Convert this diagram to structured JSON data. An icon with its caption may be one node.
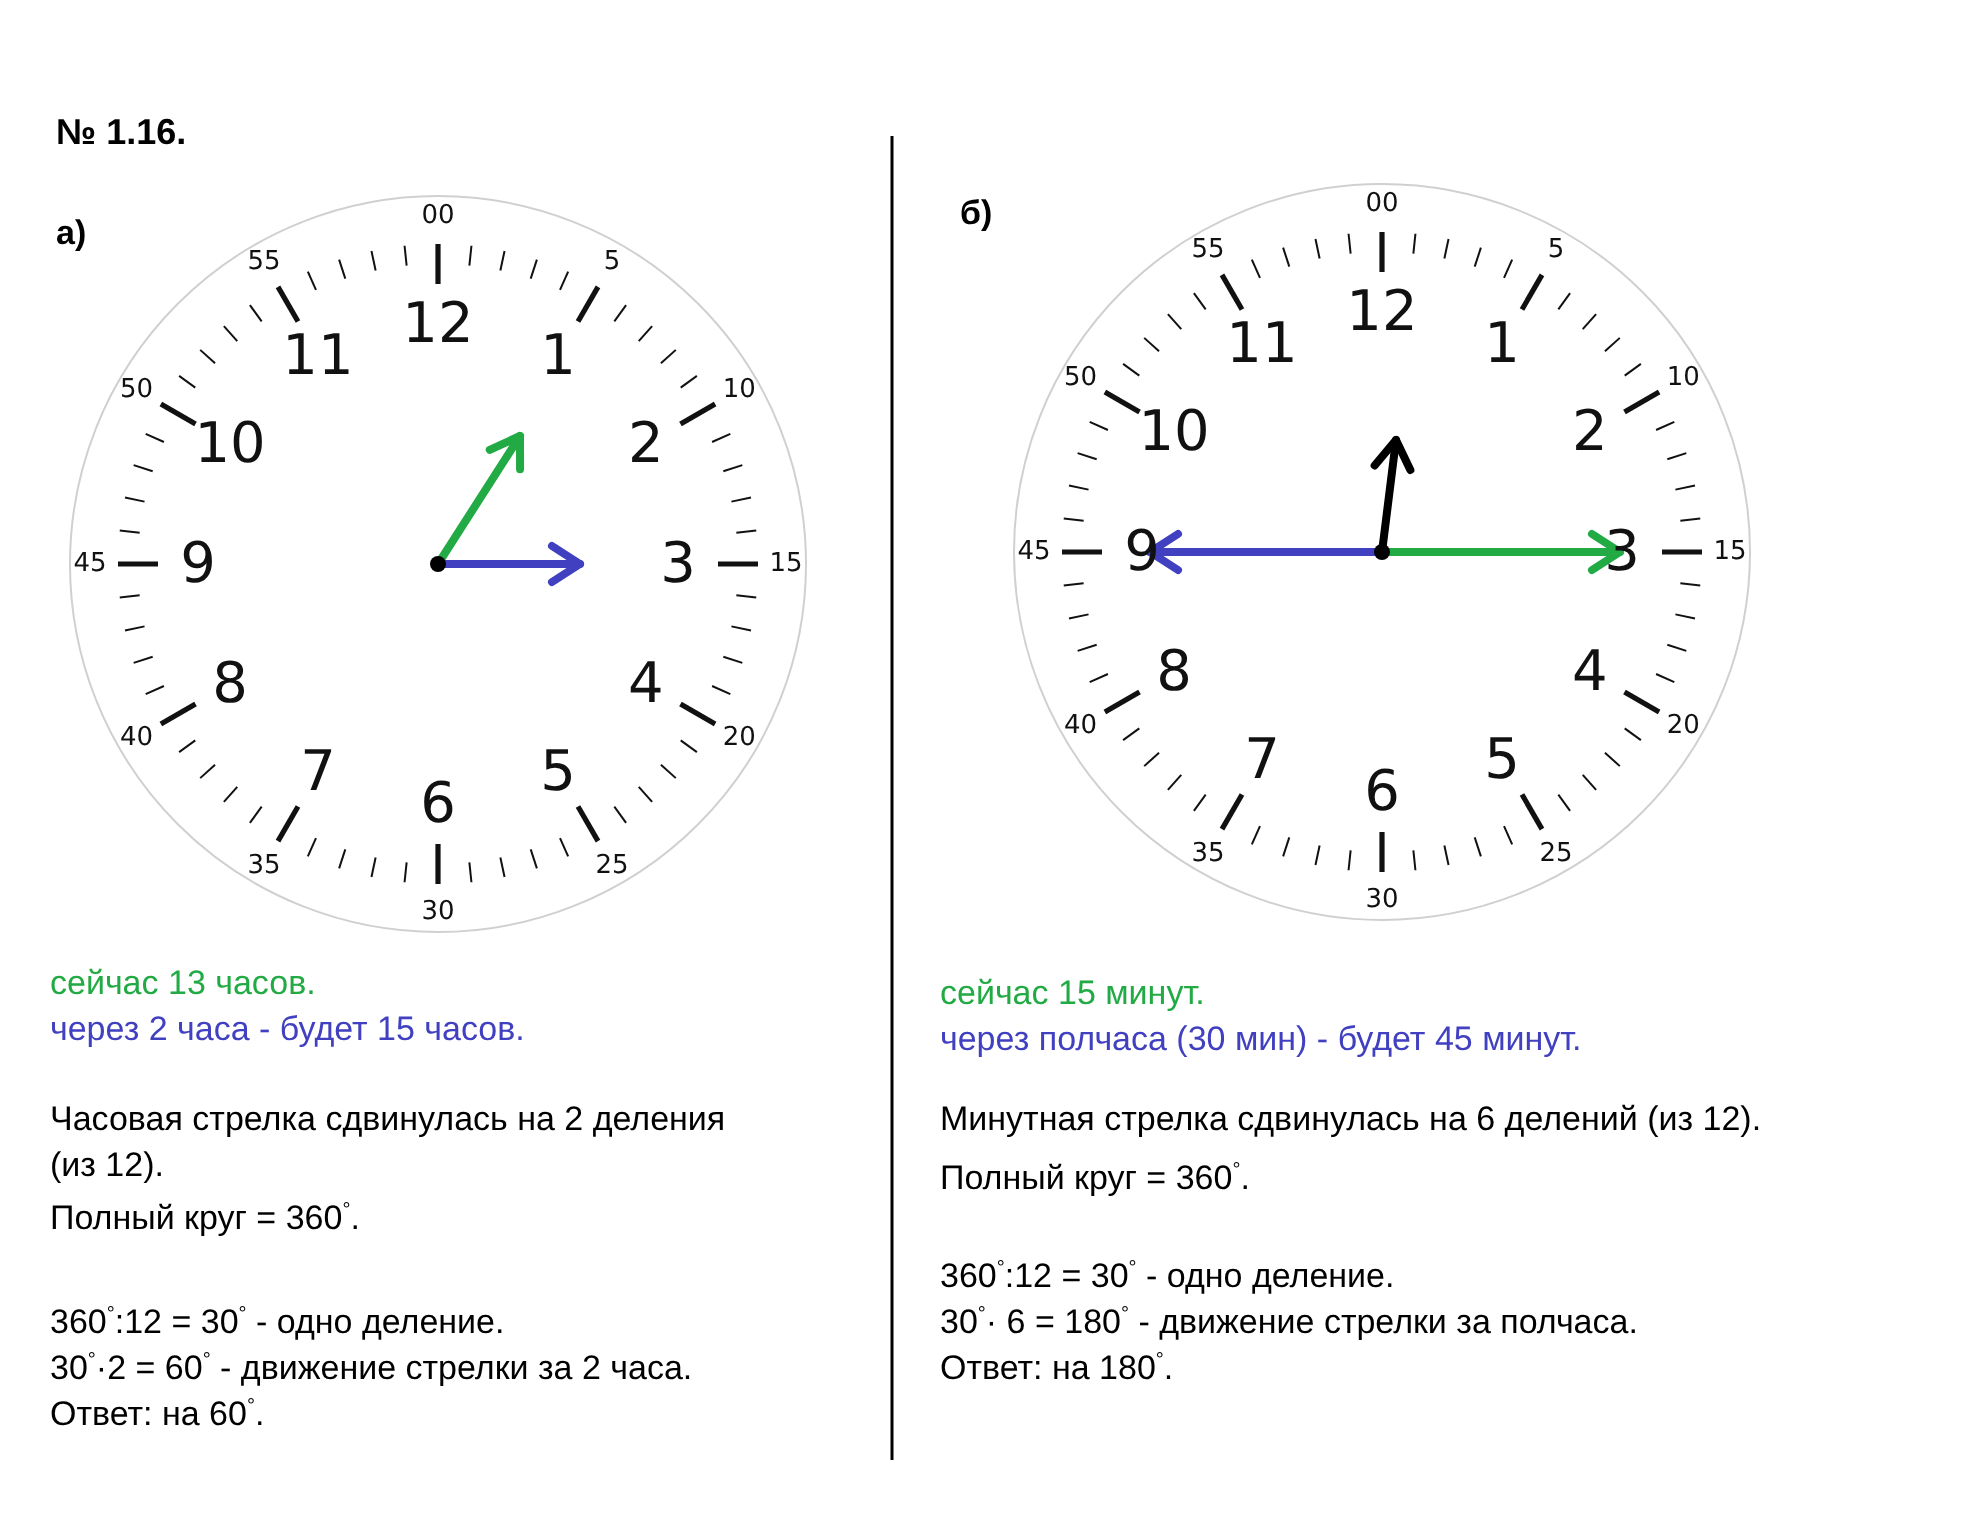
{
  "diagram": {
    "title": "№ 1.16.",
    "labels": [
      "а)",
      "12",
      "1",
      "2",
      "3",
      "4",
      "5",
      "6",
      "7",
      "8",
      "9",
      "10",
      "11",
      "00",
      "5",
      "10",
      "15",
      "20",
      "25",
      "30",
      "35",
      "40",
      "45",
      "50",
      "55",
      "сейчас 13 часов.",
      "через 2 часа - будет 15 часов.",
      "Часовая стрелка сдвинулась на 2 деления (из 12).",
      "Полный круг = 360$^{°}$.",
      "360$^{°}$:12 = 30$^{°}$ - одно деление.",
      "30$^{°}$·2 = 60$^{°}$ - движение стрелки за 2 часа.",
      "Ответ: на 60$^{°}$.",
      "б)",
      "12",
      "1",
      "2",
      "3",
      "4",
      "5",
      "6",
      "7",
      "8",
      "9",
      "10",
      "11",
      "00",
      "5",
      "10",
      "15",
      "20",
      "25",
      "30",
      "35",
      "40",
      "45",
      "50",
      "55",
      "сейчас 15 минут.",
      "через полчаса (30 мин) - будет 45 минут.",
      "Минутная стрелка сдвинулась на 6 делений (из 12).",
      "Полный круг = 360$^{°}$.",
      "360$^{°}$:12 = 30$^{°}$ - одно деление.",
      "30$^{°}$· 6 = 180$^{°}$ - движение стрелки за полчаса.",
      "Ответ: на 180$^{°}$."
    ]
  }
}
